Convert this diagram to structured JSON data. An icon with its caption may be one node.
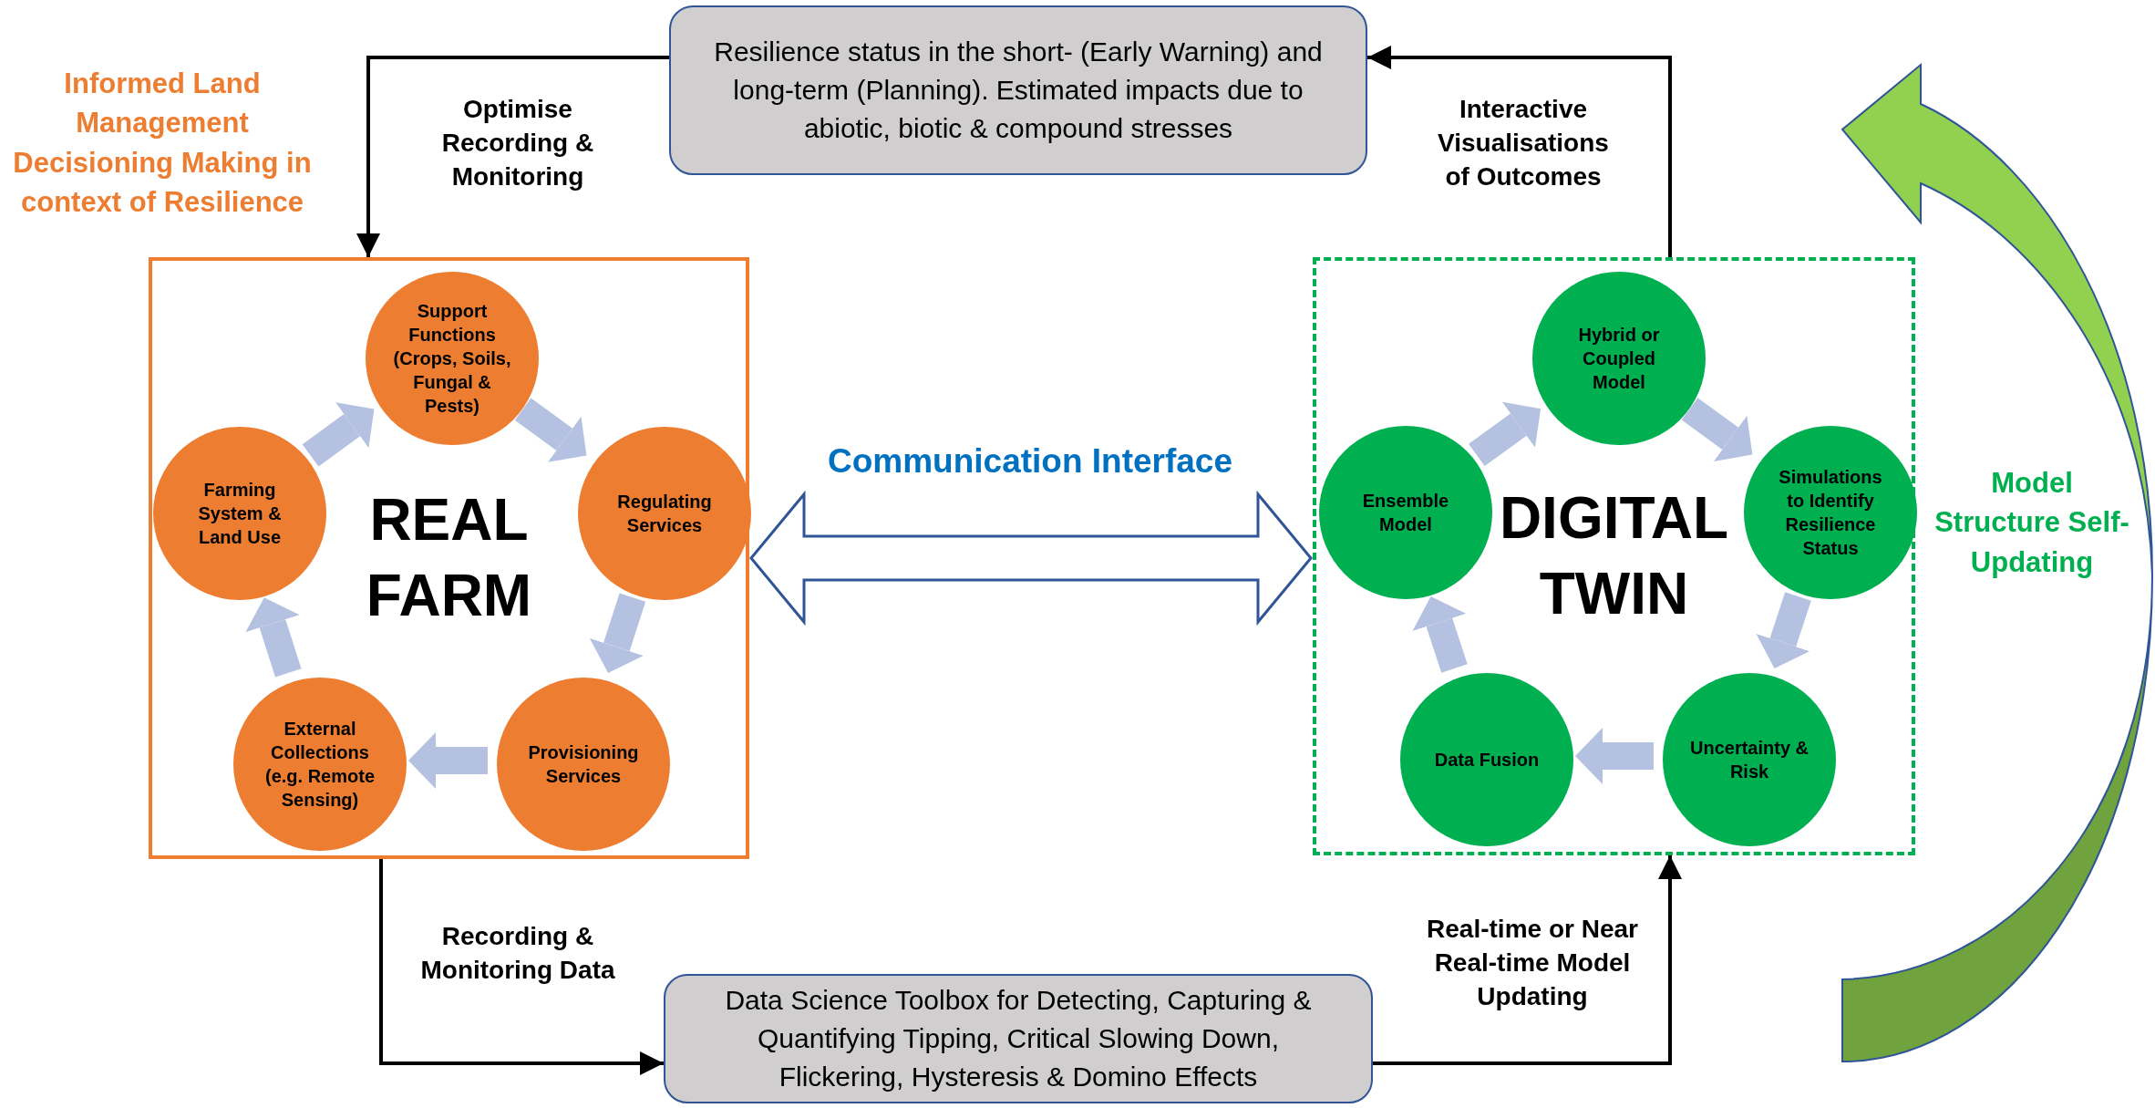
{
  "diagram": {
    "nodes": [
      {
        "text": [
          "REAL FARM"
        ]
      },
      {
        "text": [
          "Support Functions (Crops, Soils, Fungal & Pests)"
        ],
        "in": 0
      },
      {
        "text": [
          "Regulating Services"
        ],
        "in": 0
      },
      {
        "text": [
          "Provisioning Services"
        ],
        "in": 0
      },
      {
        "text": [
          "External Collections (e.g. Remote Sensing)"
        ],
        "in": 0
      },
      {
        "text": [
          "Farming System & Land Use"
        ],
        "in": 0
      },
      {
        "text": [
          "DIGITAL TWIN"
        ]
      },
      {
        "text": [
          "Hybrid or Coupled Model"
        ],
        "in": 6
      },
      {
        "text": [
          "Simulations to Identify Resilience Status"
        ],
        "in": 6
      },
      {
        "text": [
          "Uncertainty & Risk"
        ],
        "in": 6
      },
      {
        "text": [
          "Data Fusion"
        ],
        "in": 6
      },
      {
        "text": [
          "Ensemble Model"
        ],
        "in": 6
      },
      {
        "text": [
          "Resilience status in the short- (Early Warning) and long-term (Planning). Estimated impacts due to abiotic, biotic & compound stresses"
        ]
      },
      {
        "text": [
          "Data Science Toolbox for Detecting, Capturing & Quantifying Tipping, Critical Slowing Down, Flickering, Hysteresis & Domino Effects"
        ]
      }
    ],
    "edges": [
      {
        "from": 1,
        "to": 2,
        "arrow": "to",
        "color": "#b4c1e1"
      },
      {
        "from": 2,
        "to": 3,
        "arrow": "to",
        "color": "#b4c1e1"
      },
      {
        "from": 3,
        "to": 4,
        "arrow": "to",
        "color": "#b4c1e1"
      },
      {
        "from": 4,
        "to": 5,
        "arrow": "to",
        "color": "#b4c1e1"
      },
      {
        "from": 5,
        "to": 1,
        "arrow": "to",
        "color": "#b4c1e1"
      },
      {
        "from": 7,
        "to": 8,
        "arrow": "to",
        "color": "#b4c1e1"
      },
      {
        "from": 8,
        "to": 9,
        "arrow": "to",
        "color": "#b4c1e1"
      },
      {
        "from": 9,
        "to": 10,
        "arrow": "to",
        "color": "#b4c1e1"
      },
      {
        "from": 10,
        "to": 11,
        "arrow": "to",
        "color": "#b4c1e1"
      },
      {
        "from": 11,
        "to": 7,
        "arrow": "to",
        "color": "#b4c1e1"
      },
      {
        "from": 0,
        "to": 6,
        "arrow": "both",
        "label": "Communication Interface",
        "style": "thick",
        "color": "#2f5597"
      },
      {
        "from": 12,
        "to": 0,
        "arrow": "to",
        "label": "Optimise Recording & Monitoring",
        "color": "#000000"
      },
      {
        "from": 6,
        "to": 12,
        "arrow": "to",
        "label": "Interactive Visualisations of Outcomes",
        "color": "#000000"
      },
      {
        "from": 0,
        "to": 13,
        "arrow": "to",
        "label": "Recording & Monitoring Data",
        "color": "#000000"
      },
      {
        "from": 13,
        "to": 6,
        "arrow": "to",
        "label": "Real-time or Near Real-time Model Updating",
        "color": "#000000"
      }
    ],
    "labels": [
      "Informed Land Management Decisioning Making in context of Resilience",
      "Model Structure Self-Updating"
    ]
  }
}
